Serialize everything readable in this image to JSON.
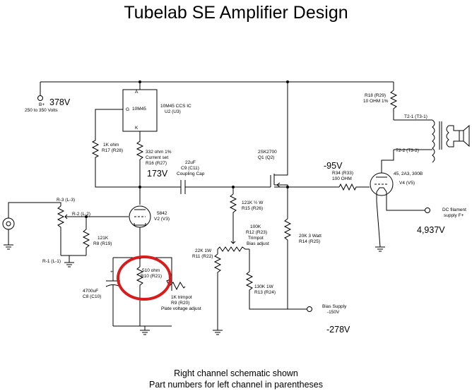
{
  "title": "Tubelab SE Amplifier Design",
  "footer": {
    "line1": "Right channel schematic shown",
    "line2": "Part numbers for left channel in parentheses"
  },
  "voltages": {
    "bplus": "378V",
    "cathode": "173V",
    "grid": "-95V",
    "filament": "4,937V",
    "bias": "-278V"
  },
  "labels": {
    "bplus_1": "B+",
    "bplus_2": "250 to 350 Volts",
    "u3_chip": "10M45",
    "u3_pin_a": "A",
    "u3_pin_g": "G",
    "u3_pin_k": "K",
    "u3_1": "10M45 CCS IC",
    "u3_2": "U2 (U3)",
    "r17_1": "1K ohm",
    "r17_2": "R17 (R28)",
    "r16_1": "332 ohm 1%",
    "r16_2": "Current set",
    "r16_3": "R16 (R27)",
    "c9_1": "22uF",
    "c9_2": "C9 (C11)",
    "c9_3": "Coupling Cap",
    "q1_1": "2SK2700",
    "q1_2": "Q1 (Q2)",
    "r18_1": "R18 (R29)",
    "r18_2": "10 OHM 1%",
    "t2_1": "T2-1 (T3-1)",
    "t2_2": "T2-2 (T3-2)",
    "r34_1": "R34 (R33)",
    "r34_2": "100 OHM",
    "v4_1": "45, 2A3, 300B",
    "v4_2": "V4 (V5)",
    "v2_1": "5842",
    "v2_2": "V2 (V3)",
    "r3": "R-3 (L-3)",
    "r2": "R-2 (L-2)",
    "r1": "R-1 (L-1)",
    "r8_1": "121K",
    "r8_2": "R8 (R19)",
    "r15_1": "121K ½ W",
    "r15_2": "R15 (R26)",
    "r12_1": "100K",
    "r12_2": "R12 (R23)",
    "r12_3": "Trimpot",
    "r12_4": "Bias adjust",
    "r11_1": "22K 1W",
    "r11_2": "R11 (R22)",
    "r13_1": "130K 1W",
    "r13_2": "R13 (R24)",
    "r14_1": "20K 3 Watt",
    "r14_2": "R14 (R25)",
    "fil_1": "DC filament",
    "fil_2": "supply F+",
    "r10_1": "510 ohm",
    "r10_2": "R10 (R21)",
    "c8_plus": "+",
    "c8_1": "4700uF",
    "c8_2": "C8 (C10)",
    "r9_1": "1K trimpot",
    "r9_2": "R9 (R20)",
    "r9_3": "Plate voltage adjust",
    "bias_1": "Bias Supply",
    "bias_2": "-150V"
  },
  "colors": {
    "wire": "#000000",
    "highlight": "#d81c1c",
    "background": "#ffffff"
  }
}
